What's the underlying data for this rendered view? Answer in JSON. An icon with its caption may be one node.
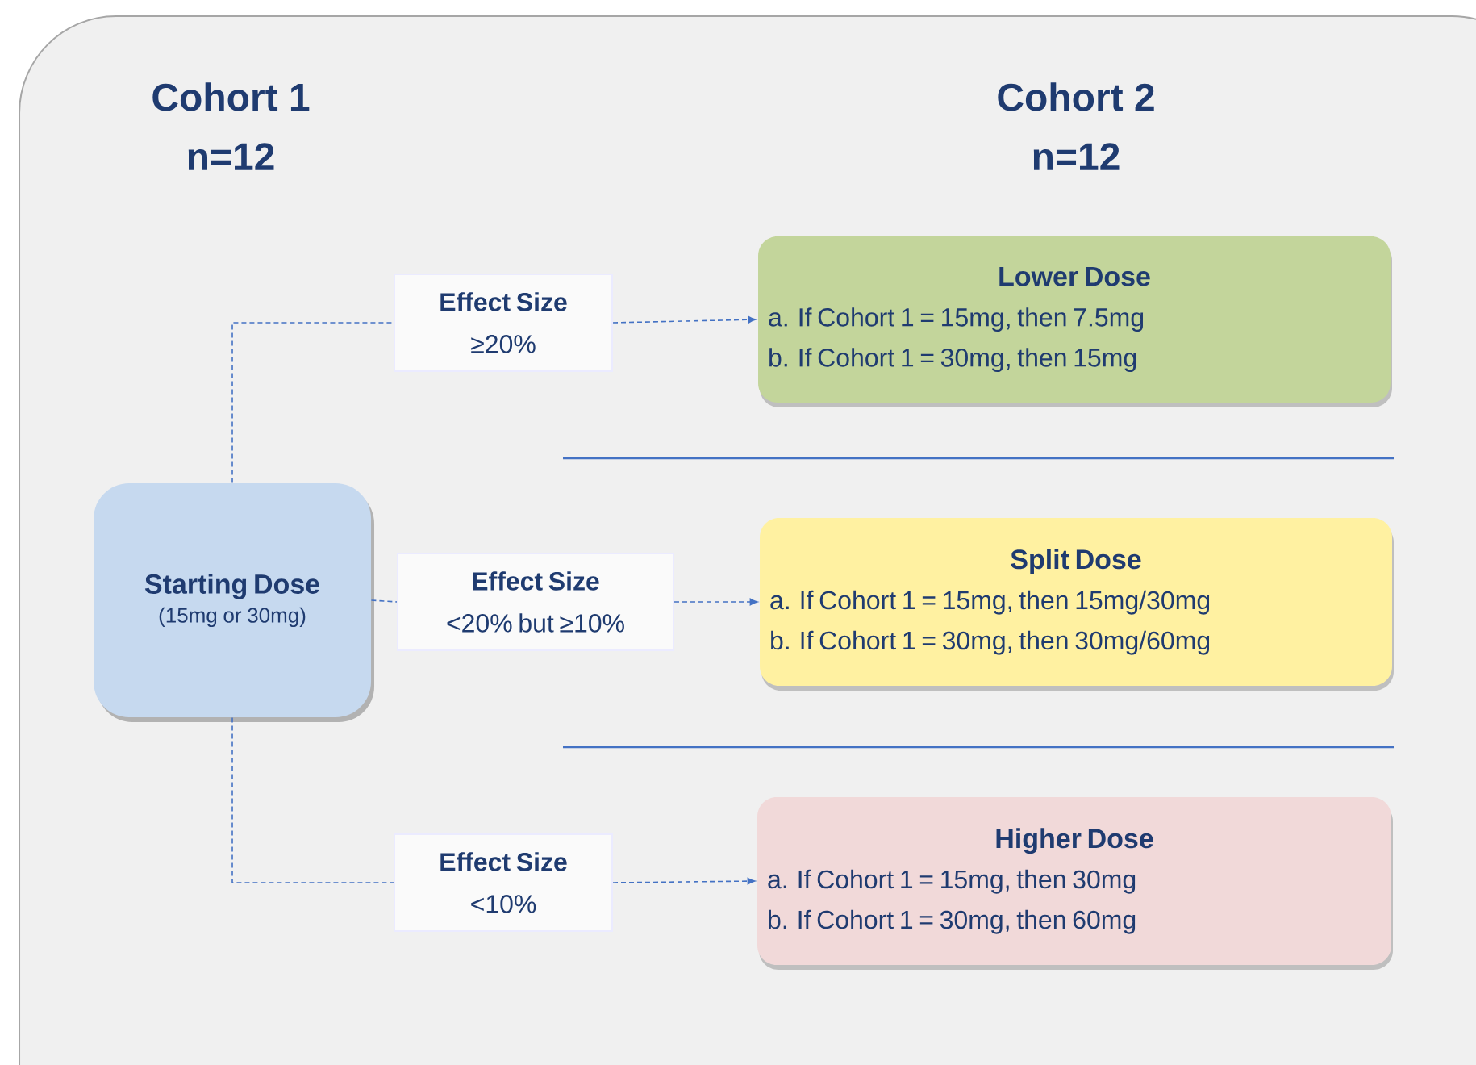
{
  "diagram": {
    "nodes": [
      {
        "text": [
          "Starting Dose",
          "(15mg or 30mg)"
        ]
      },
      {
        "text": [
          "Effect Size",
          "≥20%"
        ]
      },
      {
        "text": [
          "Effect Size",
          "<20% but ≥10%"
        ]
      },
      {
        "text": [
          "Effect Size",
          "<10%"
        ]
      },
      {
        "text": [
          "Lower Dose",
          "a. If Cohort 1 = 15mg, then 7.5mg",
          "b. If Cohort 1 = 30mg, then 15mg"
        ]
      },
      {
        "text": [
          "Split Dose",
          "a. If Cohort 1 = 15mg, then 15mg/30mg",
          "b. If Cohort 1 = 30mg, then 30mg/60mg"
        ]
      },
      {
        "text": [
          "Higher Dose",
          "a. If Cohort 1 = 15mg, then 30mg",
          "b. If Cohort 1 = 30mg, then 60mg"
        ]
      }
    ],
    "edges": [
      {
        "from": 0,
        "to": 1,
        "arrow": "none",
        "style": "dashed"
      },
      {
        "from": 0,
        "to": 2,
        "arrow": "none",
        "style": "dashed"
      },
      {
        "from": 0,
        "to": 3,
        "arrow": "none",
        "style": "dashed"
      },
      {
        "from": 1,
        "to": 4,
        "arrow": "to",
        "style": "dashed"
      },
      {
        "from": 2,
        "to": 5,
        "arrow": "to",
        "style": "dashed"
      },
      {
        "from": 3,
        "to": 6,
        "arrow": "to",
        "style": "dashed"
      }
    ],
    "labels": [
      "Cohort 1",
      "Cohort 2",
      "n=12",
      "n=12"
    ]
  }
}
